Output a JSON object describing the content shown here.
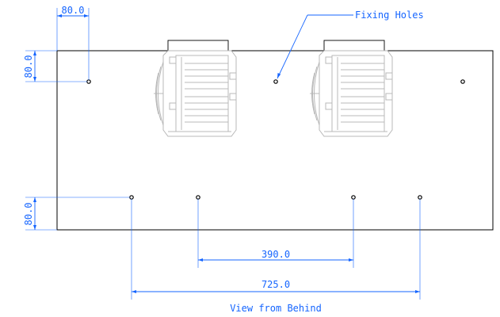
{
  "labels": {
    "fixing_holes": "Fixing Holes",
    "view": "View from Behind"
  },
  "dimensions": {
    "top_horizontal": "80.0",
    "left_top_vertical": "80.0",
    "left_bottom_vertical": "80.0",
    "inner_spacing": "390.0",
    "outer_spacing": "725.0"
  },
  "colors": {
    "dimension": "#1565ff",
    "outline": "#000000",
    "unit": "#b8b8b8"
  }
}
